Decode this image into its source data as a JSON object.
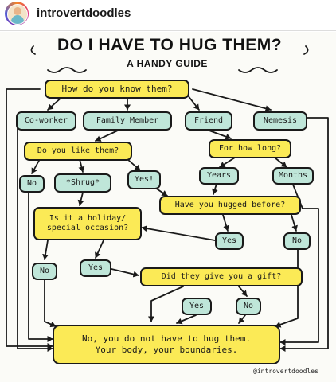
{
  "post": {
    "username": "introvertdoodles",
    "credit": "@introvertdoodles"
  },
  "flowchart": {
    "title": "DO I HAVE TO HUG THEM?",
    "subtitle": "A HANDY GUIDE",
    "nodes": {
      "how_know": "How do you know them?",
      "coworker": "Co-worker",
      "family": "Family Member",
      "friend": "Friend",
      "nemesis": "Nemesis",
      "like_them": "Do you like them?",
      "how_long": "For how long?",
      "no1": "No",
      "shrug": "*Shrug*",
      "yes1": "Yes!",
      "years": "Years",
      "months": "Months",
      "hugged_before": "Have you hugged before?",
      "holiday_line1": "Is it a holiday/",
      "holiday_line2": "special occasion?",
      "yes_hug": "Yes",
      "no_hug": "No",
      "no_holiday": "No",
      "yes_holiday": "Yes",
      "gift": "Did they give you a gift?",
      "yes_gift": "Yes",
      "no_gift": "No",
      "final_line1": "No, you do not have to hug them.",
      "final_line2": "Your body, your boundaries."
    }
  },
  "colors": {
    "question": "#fbea56",
    "answer": "#bfe6d9",
    "ink": "#1a1a1a"
  }
}
